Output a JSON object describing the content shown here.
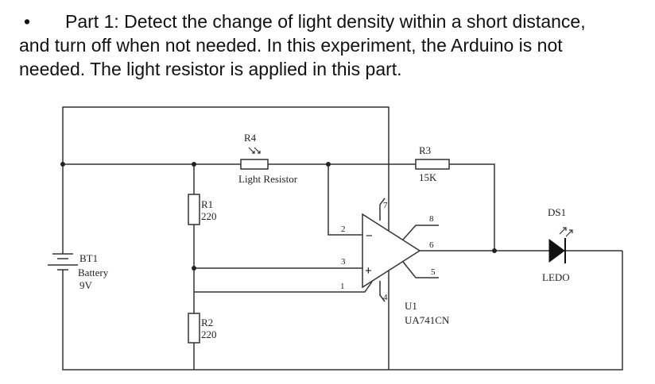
{
  "text": {
    "bullet": "•",
    "line1": "Part 1: Detect the change of light density within a short distance,",
    "line2": "and turn off when not needed. In this experiment, the Arduino is not",
    "line3": "needed. The light resistor is applied in this part."
  },
  "schematic": {
    "r4": {
      "ref": "R4",
      "desc": "Light Resistor"
    },
    "r3": {
      "ref": "R3",
      "value": "15K"
    },
    "r1": {
      "ref": "R1",
      "value": "220"
    },
    "r2": {
      "ref": "R2",
      "value": "220"
    },
    "bt1": {
      "ref": "BT1",
      "name": "Battery",
      "value": "9V"
    },
    "u1": {
      "ref": "U1",
      "part": "UA741CN",
      "minus": "−",
      "plus": "+"
    },
    "pins": {
      "p2": "2",
      "p3": "3",
      "p1": "1",
      "p7": "7",
      "p8": "8",
      "p6": "6",
      "p5": "5",
      "p4": "4"
    },
    "ds1": {
      "ref": "DS1",
      "name": "LEDO"
    }
  }
}
